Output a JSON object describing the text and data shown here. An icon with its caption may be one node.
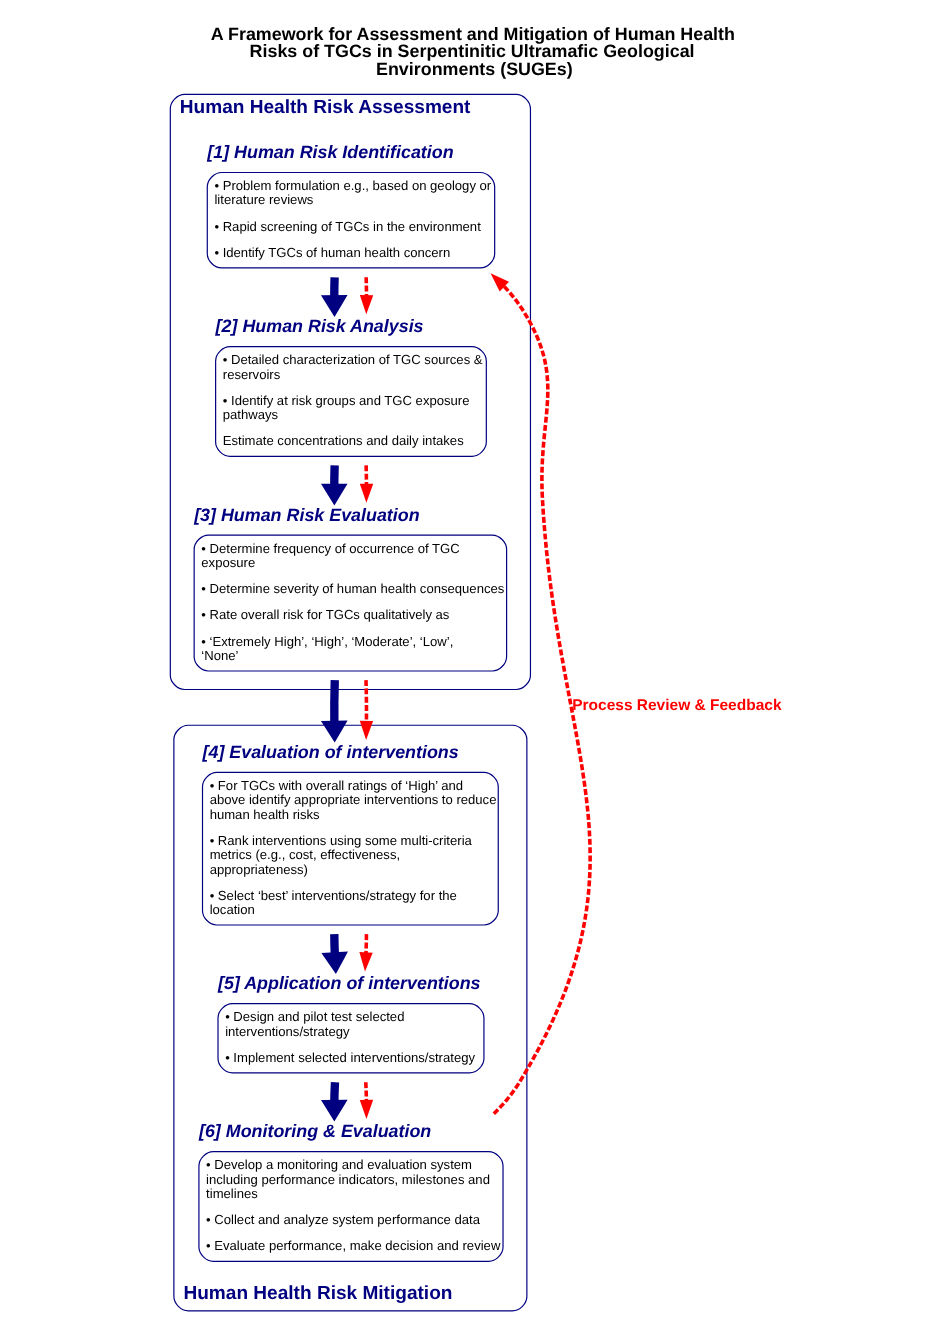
{
  "diagram": {
    "title": "A Framework for Assessment and Mitigation of Human Health Risks of TGCs in Serpentinitic Ultramafic Geological Environments (SUGEs)",
    "nodes": [
      {
        "text": [
          "Human Health Risk Assessment"
        ]
      },
      {
        "text": [
          "[1] Human Risk Identification",
          "• Problem formulation e.g., based on geology or literature reviews",
          "• Rapid screening of TGCs in the environment",
          "• Identify TGCs of human health concern"
        ],
        "in": 0
      },
      {
        "text": [
          "[2] Human Risk Analysis",
          "• Detailed characterization of TGC sources & reservoirs",
          "• Identify at risk groups and TGC exposure pathways",
          "Estimate concentrations and daily intakes"
        ],
        "in": 0
      },
      {
        "text": [
          "[3] Human Risk Evaluation",
          "• Determine frequency of occurrence of TGC exposure",
          "• Determine severity of human health consequences",
          "• Rate overall risk for TGCs qualitatively as",
          "• ‘Extremely High’, ‘High’, ‘Moderate’, ‘Low’, ‘None’"
        ],
        "in": 0
      },
      {
        "text": [
          "Human Health Risk Mitigation"
        ]
      },
      {
        "text": [
          "[4] Evaluation of interventions",
          "• For TGCs with overall ratings of ‘High’ and above identify appropriate interventions to reduce human health risks",
          "• Rank interventions using some multi-criteria metrics (e.g., cost, effectiveness, appropriateness)",
          "• Select ‘best’ interventions/strategy for the location"
        ],
        "in": 4
      },
      {
        "text": [
          "[5] Application of interventions",
          "• Design and pilot test selected interventions/strategy",
          "• Implement selected interventions/strategy"
        ],
        "in": 4
      },
      {
        "text": [
          "[6] Monitoring & Evaluation",
          "• Develop a monitoring and evaluation system including performance indicators, milestones and timelines",
          "• Collect and analyze system performance data",
          "• Evaluate performance, make decision and review"
        ],
        "in": 4
      }
    ],
    "edges": [
      {
        "from": 1,
        "to": 2,
        "arrow": "to",
        "style": "thick",
        "color": "#000080"
      },
      {
        "from": 1,
        "to": 2,
        "arrow": "to",
        "style": "dashed",
        "color": "#ff0000"
      },
      {
        "from": 2,
        "to": 3,
        "arrow": "to",
        "style": "thick",
        "color": "#000080"
      },
      {
        "from": 2,
        "to": 3,
        "arrow": "to",
        "style": "dashed",
        "color": "#ff0000"
      },
      {
        "from": 3,
        "to": 5,
        "arrow": "to",
        "style": "thick",
        "color": "#000080"
      },
      {
        "from": 3,
        "to": 5,
        "arrow": "to",
        "style": "dashed",
        "color": "#ff0000"
      },
      {
        "from": 5,
        "to": 6,
        "arrow": "to",
        "style": "thick",
        "color": "#000080"
      },
      {
        "from": 5,
        "to": 6,
        "arrow": "to",
        "style": "dashed",
        "color": "#ff0000"
      },
      {
        "from": 6,
        "to": 7,
        "arrow": "to",
        "style": "thick",
        "color": "#000080"
      },
      {
        "from": 6,
        "to": 7,
        "arrow": "to",
        "style": "dashed",
        "color": "#ff0000"
      },
      {
        "from": 7,
        "to": 1,
        "arrow": "to",
        "style": "dashed",
        "color": "#ff0000",
        "label": "Process Review & Feedback"
      }
    ]
  }
}
